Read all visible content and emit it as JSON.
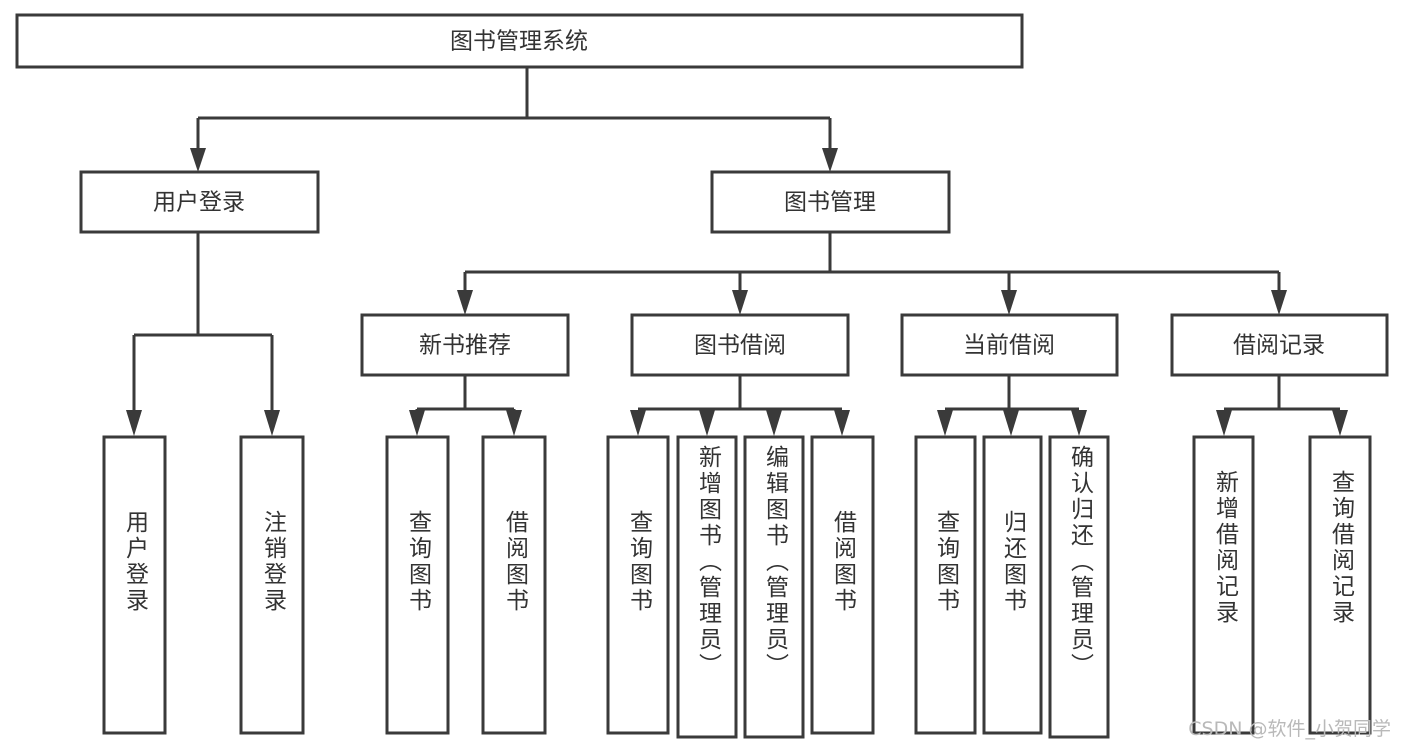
{
  "diagram": {
    "type": "tree-hierarchy-diagram",
    "title": "图书管理系统",
    "colors": {
      "background": "#ffffff",
      "box_fill": "#ffffff",
      "box_stroke": "#3a3a3a",
      "connector": "#3a3a3a",
      "text": "#333333",
      "watermark": "#b9b9b9"
    },
    "levels": [
      {
        "level": 0,
        "nodes": [
          {
            "id": "root",
            "label": "图书管理系统",
            "orientation": "horizontal"
          }
        ]
      },
      {
        "level": 1,
        "nodes": [
          {
            "id": "login",
            "label": "用户登录",
            "orientation": "horizontal",
            "parent": "root"
          },
          {
            "id": "bookmgr",
            "label": "图书管理",
            "orientation": "horizontal",
            "parent": "root"
          }
        ]
      },
      {
        "level": 2,
        "nodes": [
          {
            "id": "newbook",
            "label": "新书推荐",
            "orientation": "horizontal",
            "parent": "bookmgr"
          },
          {
            "id": "borrow",
            "label": "图书借阅",
            "orientation": "horizontal",
            "parent": "bookmgr"
          },
          {
            "id": "current",
            "label": "当前借阅",
            "orientation": "horizontal",
            "parent": "bookmgr"
          },
          {
            "id": "records",
            "label": "借阅记录",
            "orientation": "horizontal",
            "parent": "bookmgr"
          }
        ]
      },
      {
        "level": 3,
        "nodes": [
          {
            "id": "leaf1",
            "label": "用户登录",
            "orientation": "vertical",
            "parent": "login"
          },
          {
            "id": "leaf2",
            "label": "注销登录",
            "orientation": "vertical",
            "parent": "login"
          },
          {
            "id": "leaf3",
            "label": "查询图书",
            "orientation": "vertical",
            "parent": "newbook"
          },
          {
            "id": "leaf4",
            "label": "借阅图书",
            "orientation": "vertical",
            "parent": "newbook"
          },
          {
            "id": "leaf5",
            "label": "查询图书",
            "orientation": "vertical",
            "parent": "borrow"
          },
          {
            "id": "leaf6",
            "label": "新增图书（管理员）",
            "orientation": "vertical",
            "parent": "borrow"
          },
          {
            "id": "leaf7",
            "label": "编辑图书（管理员）",
            "orientation": "vertical",
            "parent": "borrow"
          },
          {
            "id": "leaf8",
            "label": "借阅图书",
            "orientation": "vertical",
            "parent": "borrow"
          },
          {
            "id": "leaf9",
            "label": "查询图书",
            "orientation": "vertical",
            "parent": "current"
          },
          {
            "id": "leaf10",
            "label": "归还图书",
            "orientation": "vertical",
            "parent": "current"
          },
          {
            "id": "leaf11",
            "label": "确认归还（管理员）",
            "orientation": "vertical",
            "parent": "current"
          },
          {
            "id": "leaf12",
            "label": "新增借阅记录",
            "orientation": "vertical",
            "parent": "records"
          },
          {
            "id": "leaf13",
            "label": "查询借阅记录",
            "orientation": "vertical",
            "parent": "records"
          }
        ]
      }
    ]
  },
  "nodes": {
    "root": {
      "label": "图书管理系统"
    },
    "login": {
      "label": "用户登录"
    },
    "bookmgr": {
      "label": "图书管理"
    },
    "newbook": {
      "label": "新书推荐"
    },
    "borrow": {
      "label": "图书借阅"
    },
    "current": {
      "label": "当前借阅"
    },
    "records": {
      "label": "借阅记录"
    },
    "leaf1": {
      "label": "用户登录"
    },
    "leaf2": {
      "label": "注销登录"
    },
    "leaf3": {
      "label": "查询图书"
    },
    "leaf4": {
      "label": "借阅图书"
    },
    "leaf5": {
      "label": "查询图书"
    },
    "leaf6": {
      "label": "新增图书（管理员）"
    },
    "leaf7": {
      "label": "编辑图书（管理员）"
    },
    "leaf8": {
      "label": "借阅图书"
    },
    "leaf9": {
      "label": "查询图书"
    },
    "leaf10": {
      "label": "归还图书"
    },
    "leaf11": {
      "label": "确认归还（管理员）"
    },
    "leaf12": {
      "label": "新增借阅记录"
    },
    "leaf13": {
      "label": "查询借阅记录"
    }
  },
  "footer": {
    "watermark": "CSDN @软件_小贺同学"
  }
}
